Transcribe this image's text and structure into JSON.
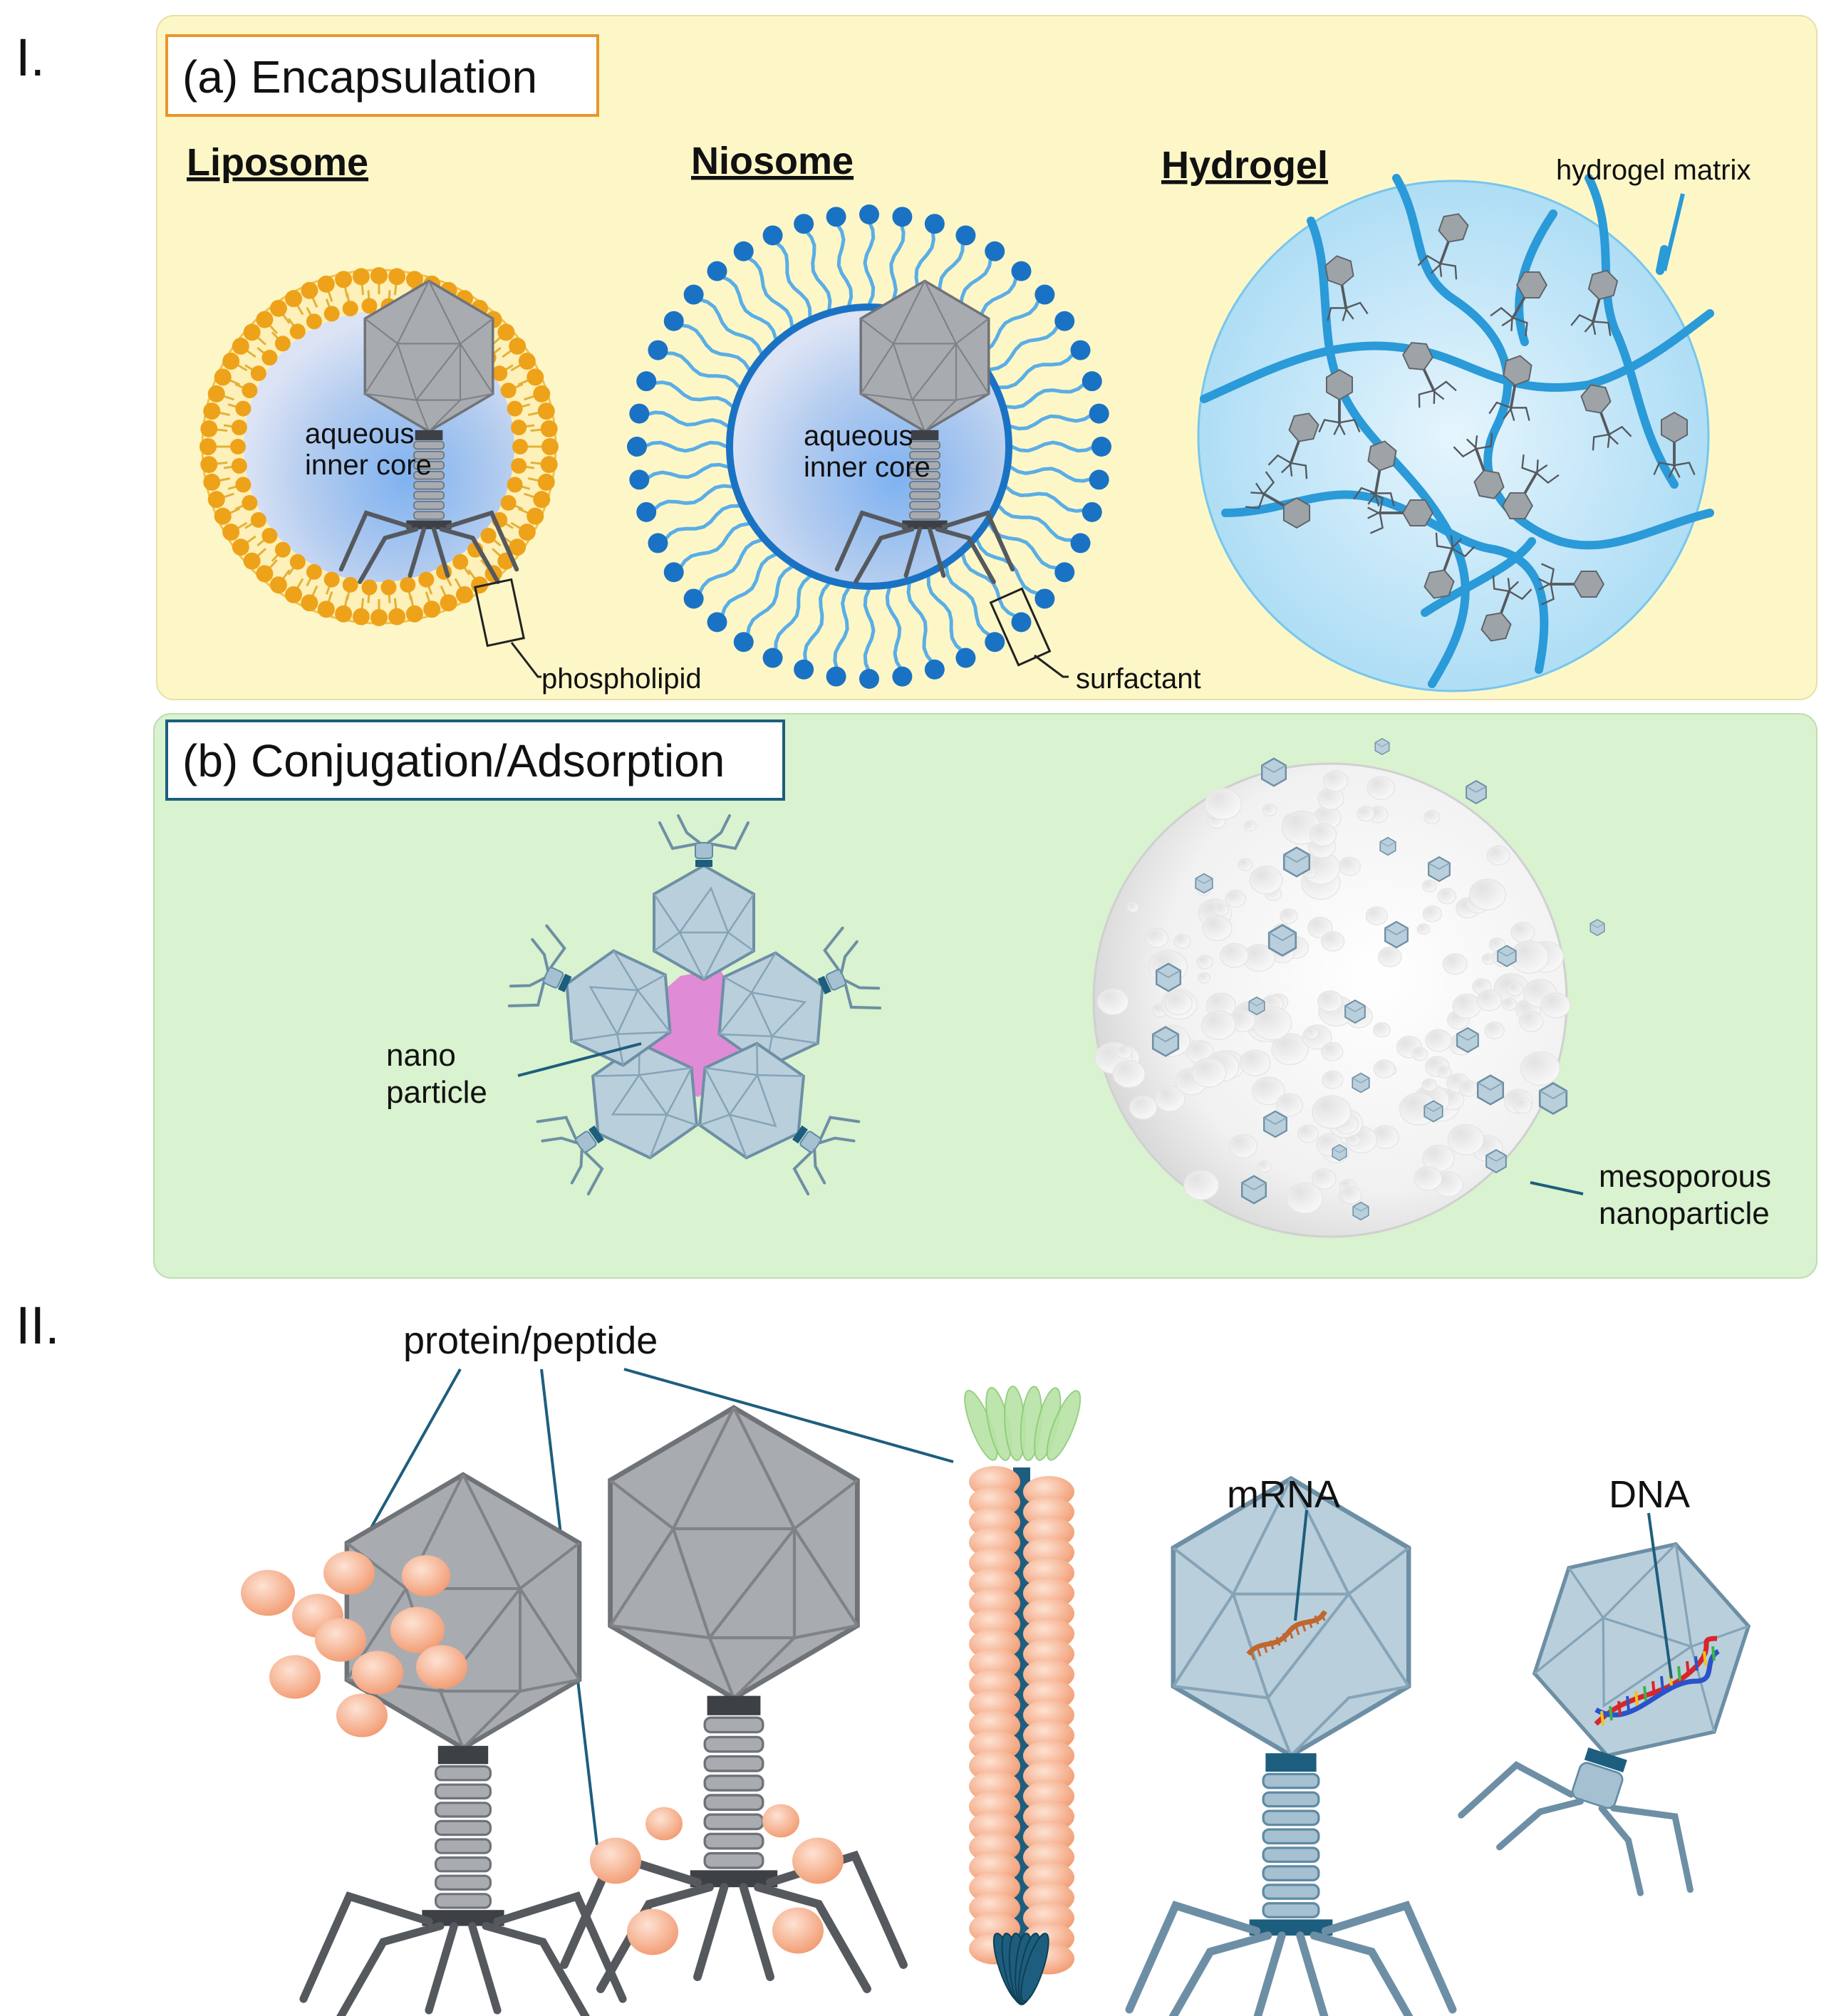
{
  "section_labels": {
    "one": "I.",
    "two": "II."
  },
  "panel_a": {
    "title": "(a) Encapsulation",
    "liposome": {
      "heading": "Liposome",
      "core_line1": "aqueous",
      "core_line2": "inner core",
      "callout": "phospholipid"
    },
    "niosome": {
      "heading": "Niosome",
      "core_line1": "aqueous",
      "core_line2": "inner core",
      "callout": "surfactant"
    },
    "hydrogel": {
      "heading": "Hydrogel",
      "callout": "hydrogel matrix"
    }
  },
  "panel_b": {
    "title": "(b) Conjugation/Adsorption",
    "nano_line1": "nano",
    "nano_line2": "particle",
    "meso_line1": "mesoporous",
    "meso_line2": "nanoparticle"
  },
  "section_two": {
    "protein_label": "protein/peptide",
    "mrna_label": "mRNA",
    "dna_label": "DNA"
  },
  "colors": {
    "panel_a_bg": "#fdf7c8",
    "panel_b_bg": "#d9f2cf",
    "phospholipid": "#eea21a",
    "surfactant": "#1a72c4",
    "hydrogel_fiber": "#2a9ad8",
    "phage_gray": "#a8acb1",
    "phage_blue": "#9cb9cc",
    "protein": "#f5a07a",
    "nanoparticle_pink": "#e07fd6",
    "filament_core": "#1d5e7e",
    "tip_green": "#b8e3a6",
    "mrna": "#c0672f"
  }
}
